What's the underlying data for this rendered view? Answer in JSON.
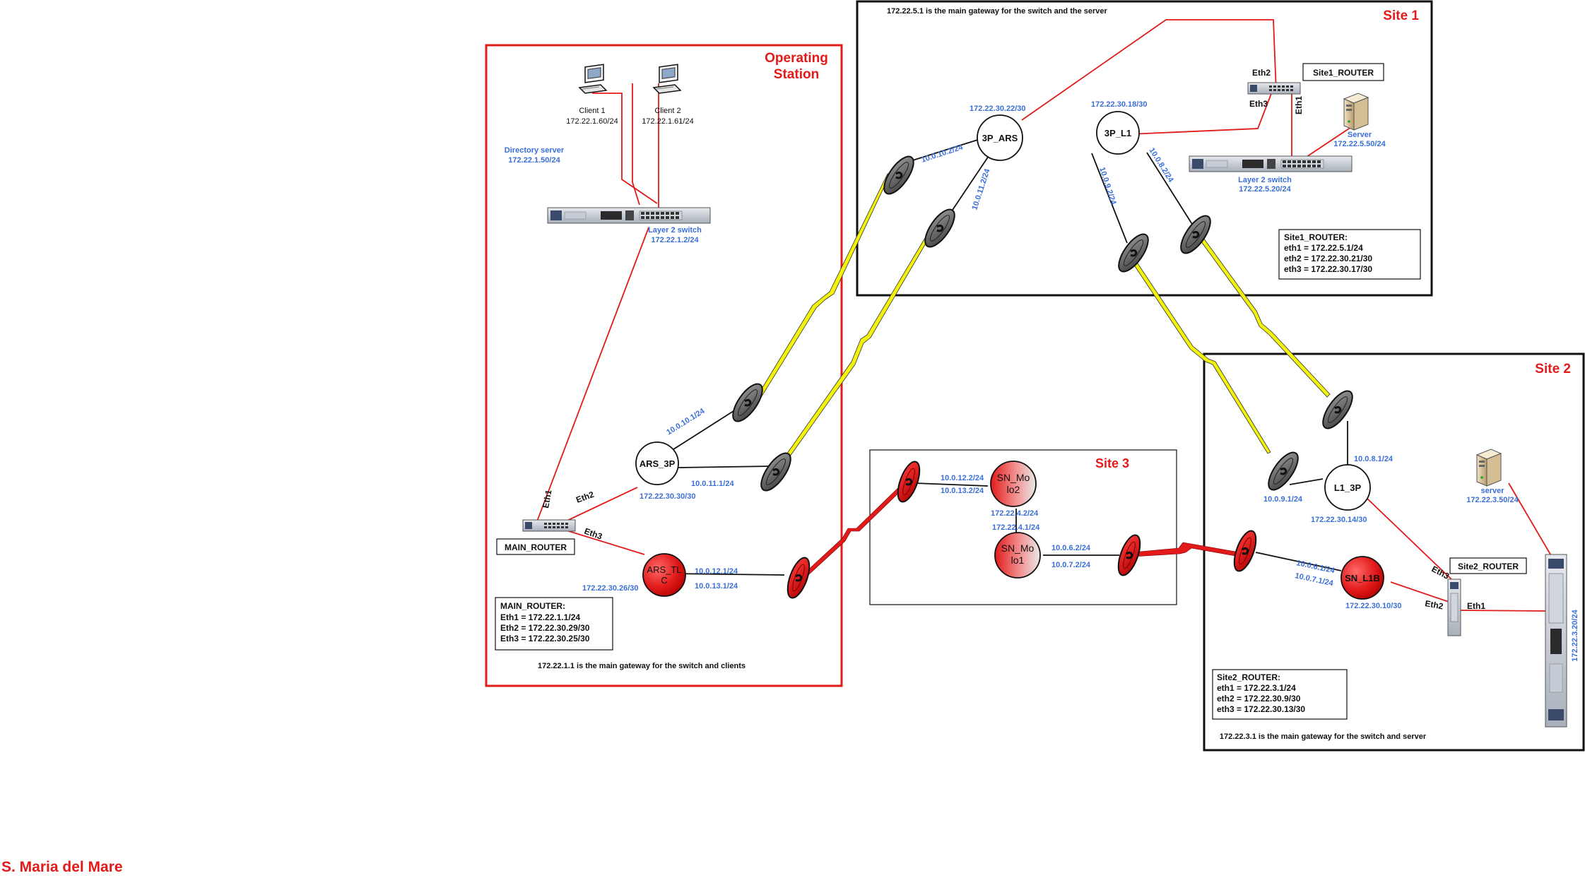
{
  "title": "S. Maria del Mare",
  "colors": {
    "red": "#e21a1a",
    "blue": "#3a6fd8",
    "yellow": "#f2f20a",
    "black": "#111111"
  },
  "sites": {
    "operating_station": {
      "title_line1": "Operating",
      "title_line2": "Station",
      "gateway_note": "172.22.1.1 is the main gateway for the switch and clients",
      "client1_name": "Client 1",
      "client1_ip": "172.22.1.60/24",
      "client2_name": "Client 2",
      "client2_ip": "172.22.1.61/24",
      "directory_server_name": "Directory server",
      "directory_server_ip": "172.22.1.50/24",
      "switch_name": "Layer 2 switch",
      "switch_ip": "172.22.1.2/24",
      "router_name": "MAIN_ROUTER",
      "router_box_title": "MAIN_ROUTER:",
      "router_box_lines": [
        "Eth1 = 172.22.1.1/24",
        "Eth2 = 172.22.30.29/30",
        "Eth3 = 172.22.30.25/30"
      ],
      "eth1": "Eth1",
      "eth2": "Eth2",
      "eth3": "Eth3",
      "node_ars3p": "ARS_3P",
      "node_ars3p_ip": "172.22.30.30/30",
      "ars3p_link1": "10.0.10.1/24",
      "ars3p_link2": "10.0.11.1/24",
      "node_arstlc_line1": "ARS_TL",
      "node_arstlc_line2": "C",
      "node_arstlc_ip": "172.22.30.26/30",
      "arstlc_link1": "10.0.12.1/24",
      "arstlc_link2": "10.0.13.1/24"
    },
    "site1": {
      "title": "Site 1",
      "gateway_note": "172.22.5.1 is the main gateway for the switch and the server",
      "node_3pars": "3P_ARS",
      "node_3pars_ip": "172.22.30.22/30",
      "link_3pars_1": "10.0.10.2/24",
      "link_3pars_2": "10.0.11.2/24",
      "node_3pl1": "3P_L1",
      "node_3pl1_ip": "172.22.30.18/30",
      "link_3pl1_1": "10.0.9.2/24",
      "link_3pl1_2": "10.0.8.2/24",
      "router_name": "Site1_ROUTER",
      "eth1": "Eth1",
      "eth2": "Eth2",
      "eth3": "Eth3",
      "server_name": "Server",
      "server_ip": "172.22.5.50/24",
      "switch_name": "Layer 2 switch",
      "switch_ip": "172.22.5.20/24",
      "router_box_title": "Site1_ROUTER:",
      "router_box_lines": [
        "eth1 = 172.22.5.1/24",
        "eth2 = 172.22.30.21/30",
        "eth3 = 172.22.30.17/30"
      ]
    },
    "site2": {
      "title": "Site 2",
      "gateway_note": "172.22.3.1 is the main gateway for the switch and server",
      "node_l13p": "L1_3P",
      "node_l13p_ip": "172.22.30.14/30",
      "link_l13p_1": "10.0.8.1/24",
      "link_l13p_2": "10.0.9.1/24",
      "node_snl1b": "SN_L1B",
      "node_snl1b_ip": "172.22.30.10/30",
      "link_snl1b_1": "10.0.6.1/24",
      "link_snl1b_2": "10.0.7.1/24",
      "router_name": "Site2_ROUTER",
      "eth1": "Eth1",
      "eth2": "Eth2",
      "eth3": "Eth3",
      "server_name": "server",
      "server_ip": "172.22.3.50/24",
      "switch_ip": "172.22.3.20/24",
      "router_box_title": "Site2_ROUTER:",
      "router_box_lines": [
        "eth1 = 172.22.3.1/24",
        "eth2 = 172.22.30.9/30",
        "eth3 = 172.22.30.13/30"
      ]
    },
    "site3": {
      "title": "Site 3",
      "node_snmolo2_line1": "SN_Mo",
      "node_snmolo2_line2": "lo2",
      "node_snmolo2_link1": "10.0.12.2/24",
      "node_snmolo2_link2": "10.0.13.2/24",
      "node_snmolo2_ip": "172.22.4.2/24",
      "node_snmolo1_line1": "SN_Mo",
      "node_snmolo1_line2": "lo1",
      "node_snmolo1_ip": "172.22.4.1/24",
      "node_snmolo1_link1": "10.0.6.2/24",
      "node_snmolo1_link2": "10.0.7.2/24"
    }
  }
}
